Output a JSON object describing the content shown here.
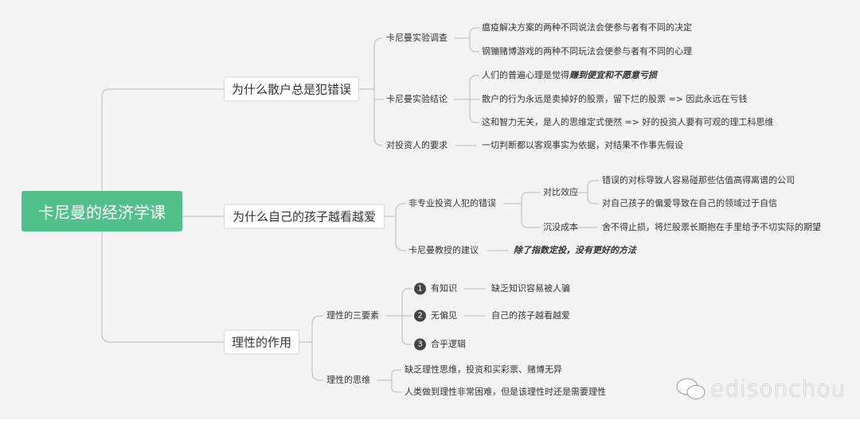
{
  "root": "卡尼曼的经济学课",
  "branches": [
    {
      "label": "为什么散户总是犯错误",
      "children": [
        {
          "label": "卡尼曼实验调查",
          "leaves": [
            "瘟疫解决方案的两种不同说法会使参与者有不同的决定",
            "钢镚赌博游戏的两种不同玩法会使参与者有不同的心理"
          ]
        },
        {
          "label": "卡尼曼实验结论",
          "leaves": [
            "人们的普遍心理是觉得",
            "散户的行为永远是卖掉好的股票，留下烂的股票 => 因此永远在亏钱",
            "这和智力无关，是人的思维定式使然 => 好的投资人要有可观的理工科思维"
          ],
          "emphasis": "赚到便宜和不愿意亏损"
        },
        {
          "label": "对投资人的要求",
          "leaves": [
            "一切判断都以客观事实为依据，对结果不作事先假设"
          ]
        }
      ]
    },
    {
      "label": "为什么自己的孩子越看越爱",
      "children": [
        {
          "label": "非专业投资人犯的错误",
          "children": [
            {
              "label": "对比效应",
              "leaves": [
                "错误的对标导致人容易碰那些估值高得离谱的公司",
                "对自己孩子的偏爱导致在自己的领域过于自信"
              ]
            },
            {
              "label": "沉没成本",
              "leaves": [
                "舍不得止损，将烂股票长期抱在手里给予不切实际的期望"
              ]
            }
          ]
        },
        {
          "label": "卡尼曼教授的建议",
          "leaves": [
            "除了指数定投，没有更好的方法"
          ]
        }
      ]
    },
    {
      "label": "理性的作用",
      "children": [
        {
          "label": "理性的三要素",
          "children": [
            {
              "num": "1",
              "label": "有知识",
              "leaves": [
                "缺乏知识容易被人骗"
              ]
            },
            {
              "num": "2",
              "label": "无偏见",
              "leaves": [
                "自己的孩子越看越爱"
              ]
            },
            {
              "num": "3",
              "label": "合乎逻辑"
            }
          ]
        },
        {
          "label": "理性的思维",
          "leaves": [
            "缺乏理性思维，投资和买彩票、赌博无异",
            "人类做到理性非常困难，但是该理性时还是需要理性"
          ]
        }
      ]
    }
  ],
  "watermark": "edisonchou",
  "colors": {
    "root": "#52c08a",
    "line": "#b5b5b5",
    "background": "#f3f3f3"
  }
}
